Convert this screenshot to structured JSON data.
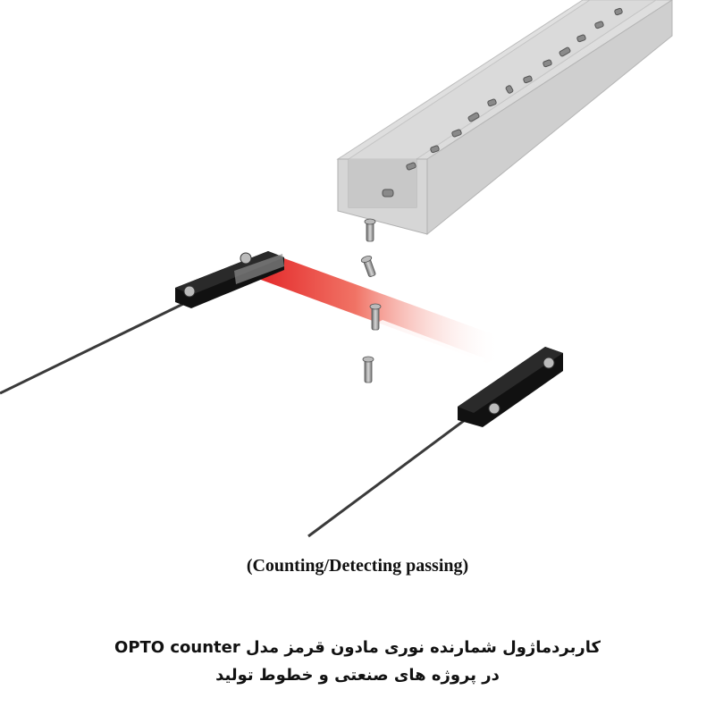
{
  "caption": "(Counting/Detecting passing)",
  "description_fa": {
    "line1": "کاربردماژول شمارنده نوری مادون قرمز مدل OPTO counter",
    "line2": "در پروژه های صنعتی و خطوط تولید"
  }
}
